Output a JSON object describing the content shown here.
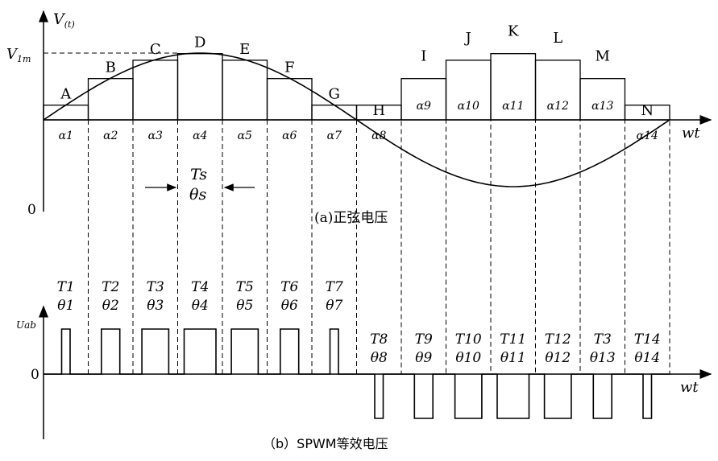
{
  "top_panel": {
    "y_axis_label": "V",
    "y_axis_sub": "(t)",
    "peak_label": "V",
    "peak_sub": "1m",
    "origin_label": "0",
    "x_axis_label": "wt",
    "step_labels": [
      "A",
      "B",
      "C",
      "D",
      "E",
      "F",
      "G",
      "H",
      "I",
      "J",
      "K",
      "L",
      "M",
      "N"
    ],
    "alpha_labels": [
      "α1",
      "α2",
      "α3",
      "α4",
      "α5",
      "α6",
      "α7",
      "α8",
      "α9",
      "α10",
      "α11",
      "α12",
      "α13",
      "α14"
    ],
    "ts_label": "Ts",
    "theta_s_label": "θs",
    "caption": "(a)正弦电压"
  },
  "bottom_panel": {
    "y_axis_label": "Uab",
    "origin_label": "0",
    "x_axis_label": "wt",
    "t_labels": [
      "T1",
      "T2",
      "T3",
      "T4",
      "T5",
      "T6",
      "T7",
      "T8",
      "T9",
      "T10",
      "T11",
      "T12",
      "T3",
      "T14"
    ],
    "theta_labels": [
      "θ1",
      "θ2",
      "θ3",
      "θ4",
      "θ5",
      "θ6",
      "θ7",
      "θ8",
      "θ9",
      "θ10",
      "θ11",
      "θ12",
      "θ13",
      "θ14"
    ],
    "caption": "（b）SPWM等效电压"
  },
  "pulse_widths": [
    0.25,
    0.55,
    0.8,
    0.95,
    0.8,
    0.55,
    0.25,
    0.25,
    0.55,
    0.8,
    0.95,
    0.8,
    0.55,
    0.25
  ],
  "colors": {
    "stroke": "#000000",
    "background": "#ffffff"
  }
}
